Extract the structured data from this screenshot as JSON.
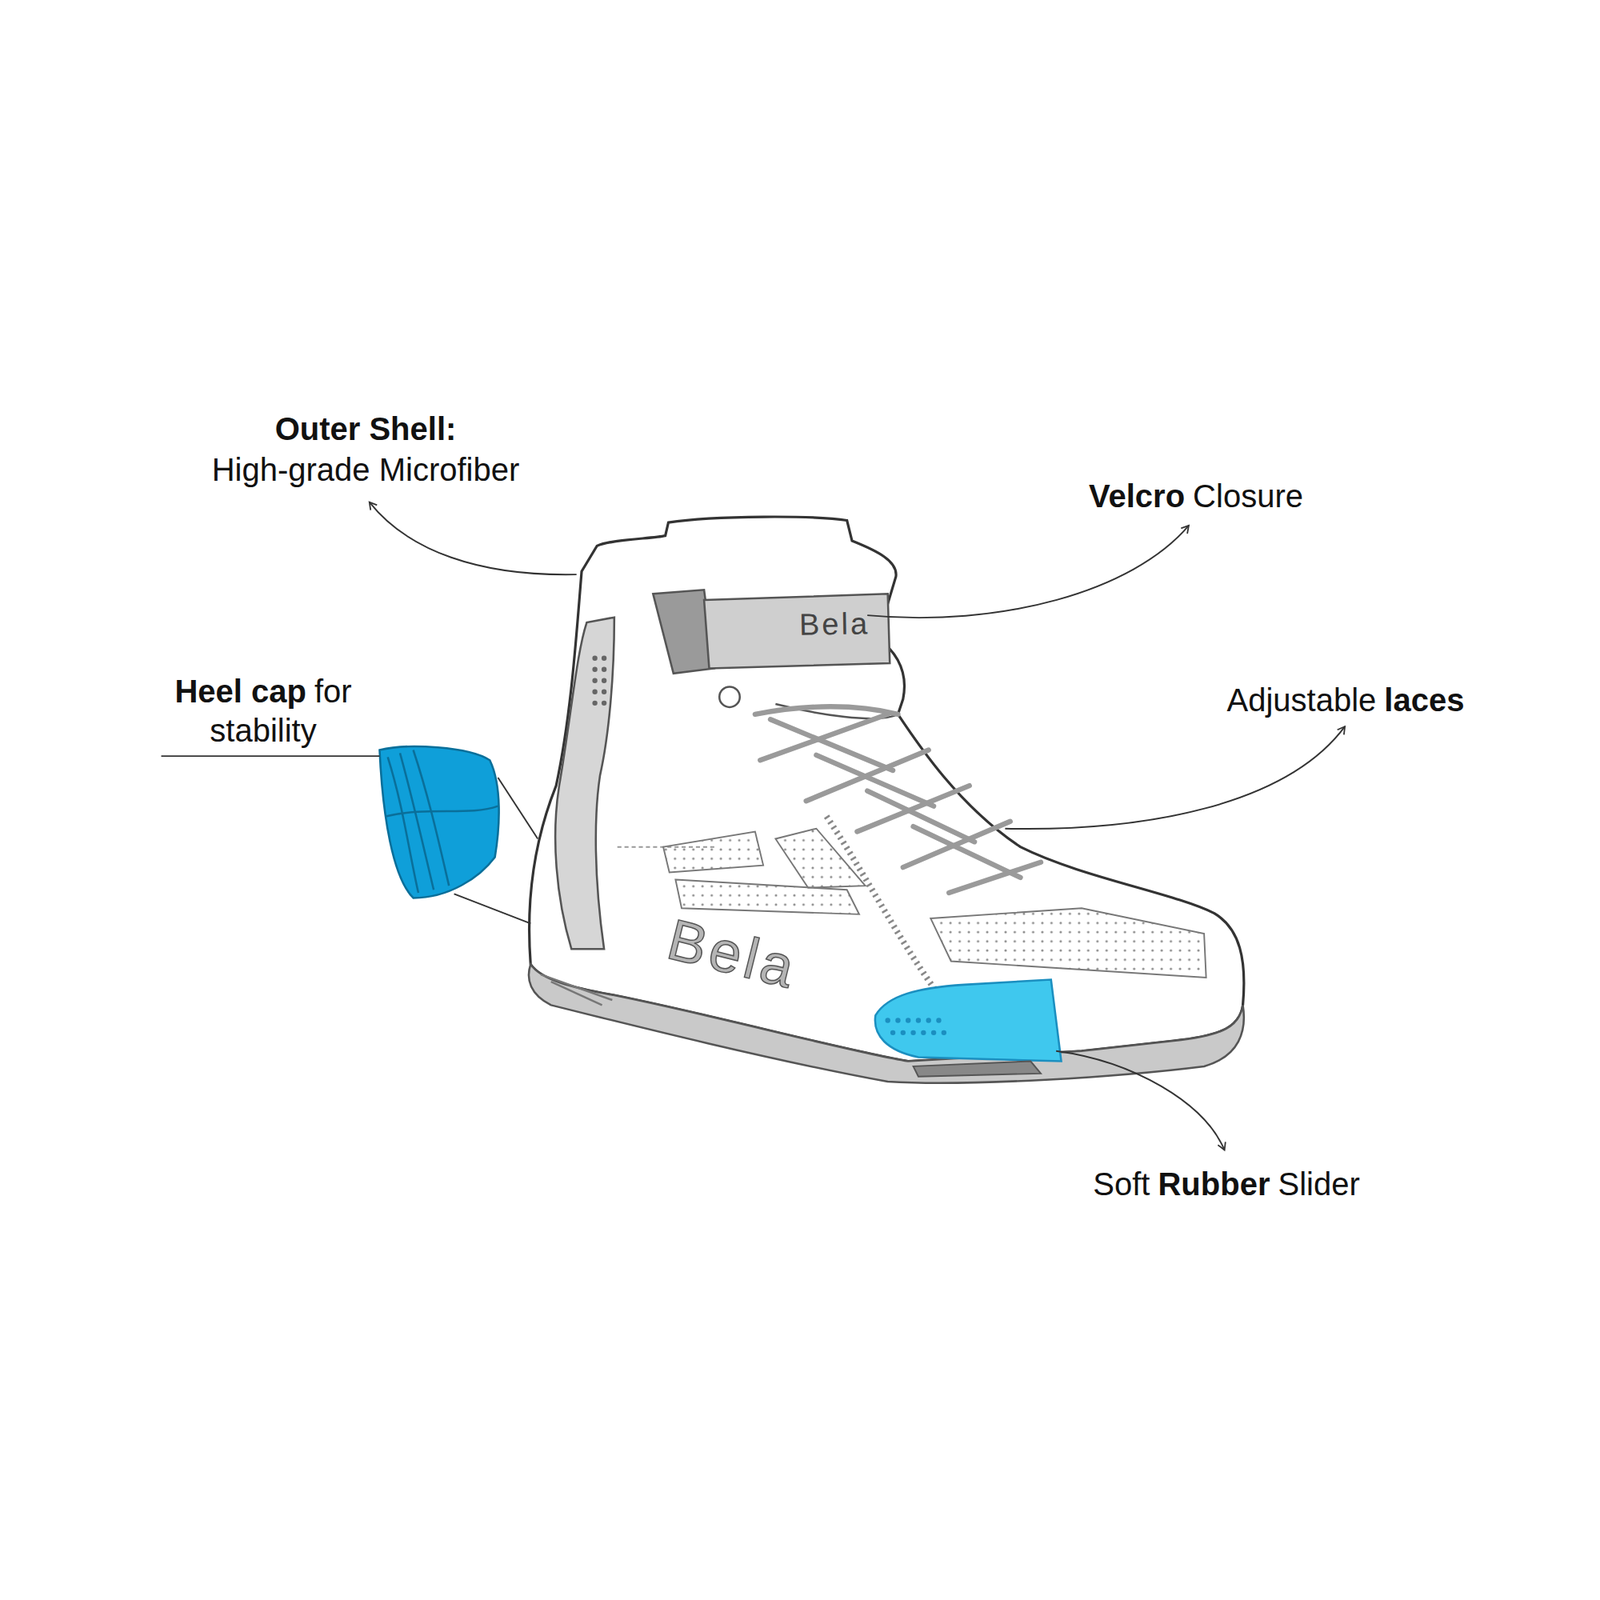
{
  "diagram": {
    "labels": [
      "Outer Shell:",
      "High-grade Microfiber",
      "Heel cap",
      "for",
      "stability",
      "Velcro",
      "Closure",
      "Adjustable",
      "laces",
      "Soft",
      "Rubber",
      "Slider",
      "Bela",
      "Bela"
    ]
  }
}
